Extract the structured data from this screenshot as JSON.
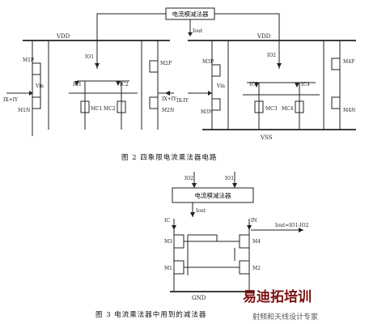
{
  "fig2": {
    "block_label": "电流模减法器",
    "caption": "图 2   四象限电流乘法器电路",
    "left": {
      "vdd": "VDD",
      "io1": "IO1",
      "ic1": "IC1",
      "ic2": "IC2",
      "vin": "Vin",
      "m1p": "M1P",
      "m1n": "M1N",
      "m2p": "M2P",
      "m2n": "M2N",
      "mc1": "MC1",
      "mc2": "MC2",
      "in_left": "IX+IY",
      "in_right": "IX+IY"
    },
    "right": {
      "iout": "Iout",
      "vdd": "VDD",
      "io2": "IO2",
      "ic3": "IC3",
      "ic4": "IC4",
      "vin": "Vin",
      "m3p": "M3P",
      "m3n": "M3N",
      "m4p": "M4P",
      "m4n": "M4N",
      "mc3": "MC3",
      "mc4": "MC4",
      "vss": "VSS",
      "in_left": "IX-IY"
    }
  },
  "fig3": {
    "block_label": "电流模减法器",
    "io2_top": "IO2",
    "io1_top": "IO1",
    "iout": "Iout",
    "ic": "IC",
    "in": "IN",
    "eq": "Iout=IO1-IO2",
    "m1": "M1",
    "m2": "M2",
    "m3": "M3",
    "m4": "M4",
    "gnd": "GND",
    "caption": "图 3   电流乘法器中用到的减法器"
  },
  "watermark": {
    "brand": "易迪拓培训",
    "sub": "射频和天线设计专家"
  }
}
